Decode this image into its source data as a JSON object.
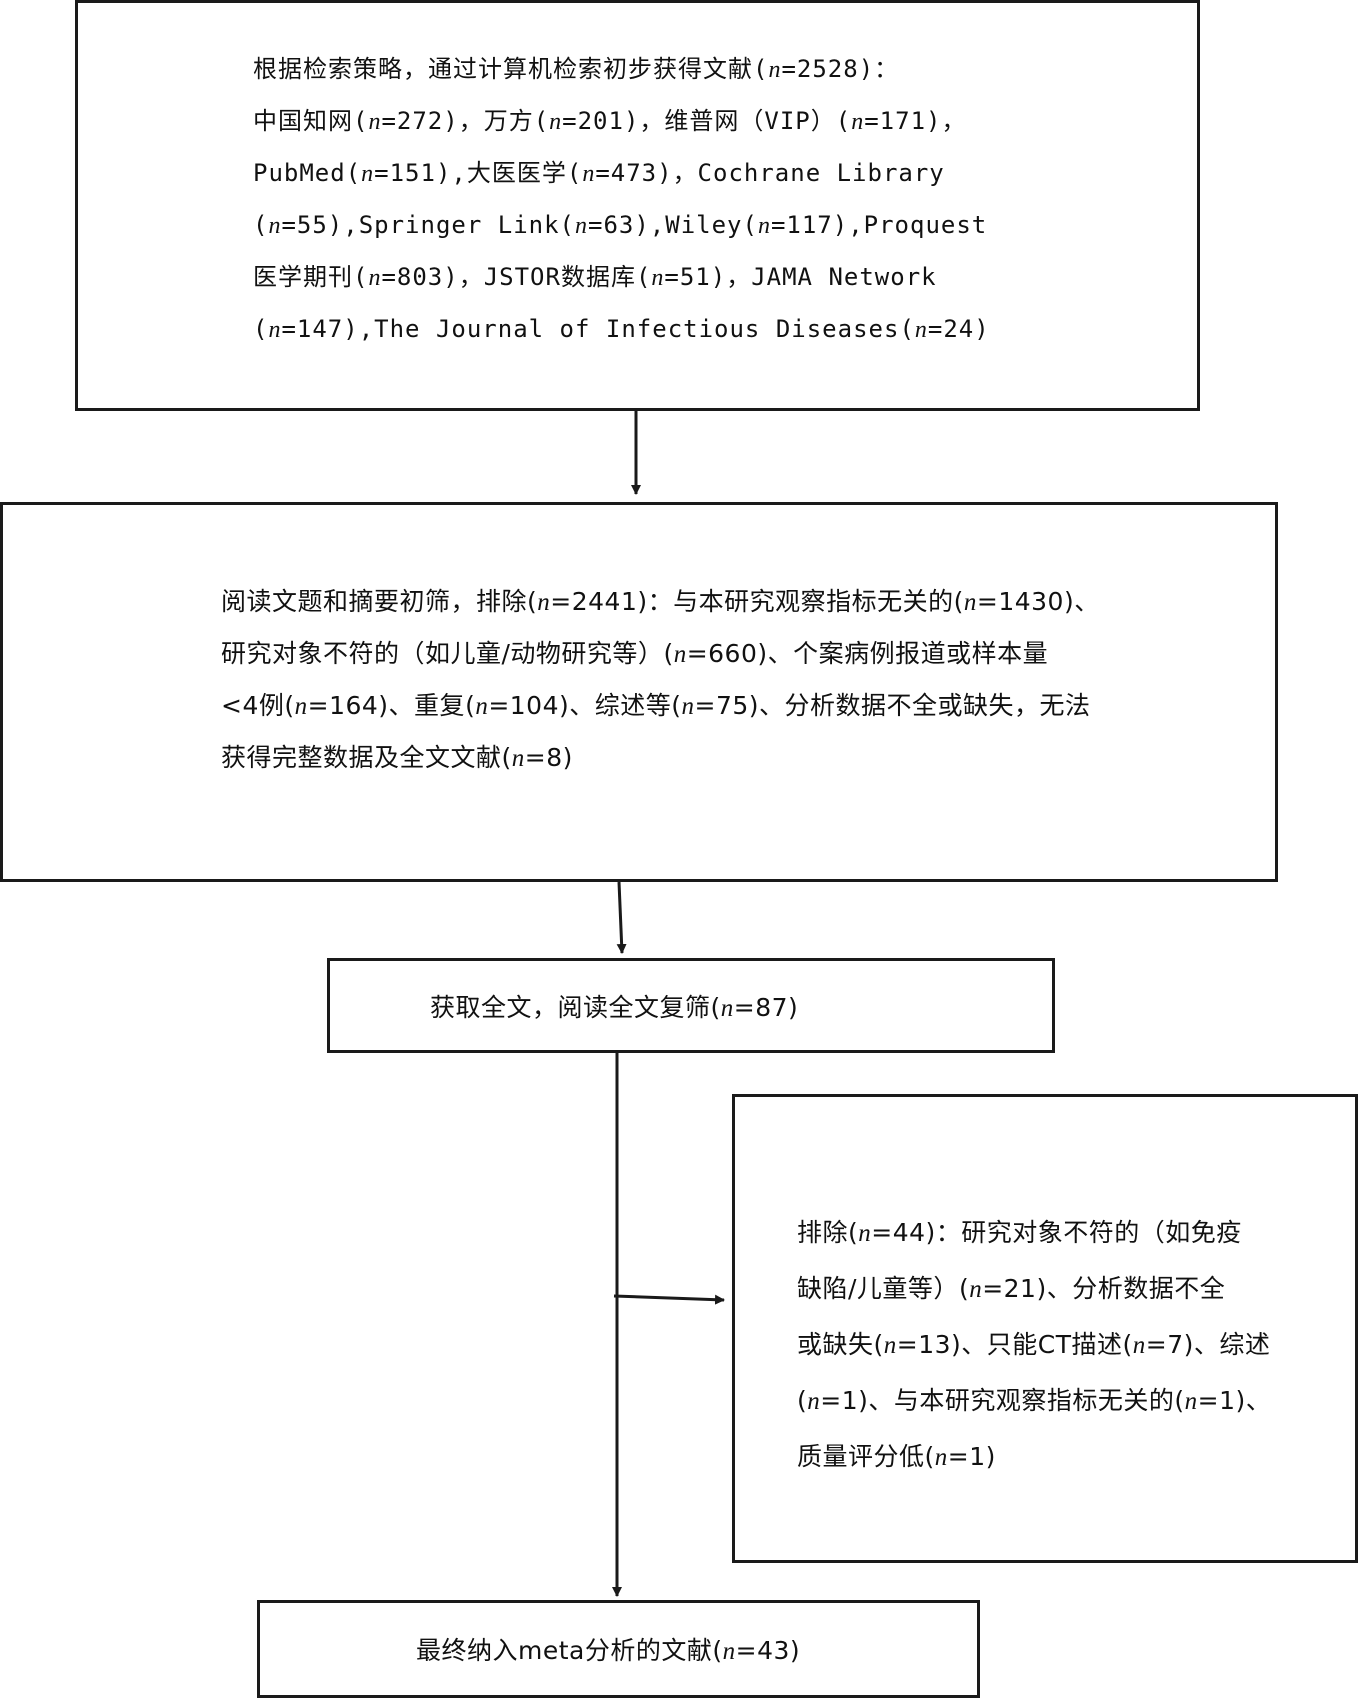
{
  "box1": {
    "lines": [
      "根据检索策略，通过计算机检索初步获得文献(n=2528)：",
      "中国知网(n=272)，万方(n=201)，维普网（VIP）(n=171)，",
      "PubMed(n=151),大医医学(n=473)，Cochrane Library",
      "(n=55),Springer Link(n=63),Wiley(n=117),Proquest",
      "医学期刊(n=803)，JSTOR数据库(n=51)，JAMA Network",
      "(n=147),The Journal of Infectious Diseases(n=24)"
    ]
  },
  "box2": {
    "lines": [
      "阅读文题和摘要初筛，排除(n=2441)：与本研究观察指标无关的(n=1430)、",
      "研究对象不符的（如儿童/动物研究等）(n=660)、个案病例报道或样本量",
      "<4例(n=164)、重复(n=104)、综述等(n=75)、分析数据不全或缺失，无法",
      "获得完整数据及全文文献(n=8)"
    ]
  },
  "box3": {
    "text": "获取全文，阅读全文复筛(n=87)"
  },
  "box4": {
    "lines": [
      "排除(n=44)：研究对象不符的（如免疫",
      "缺陷/儿童等）(n=21)、分析数据不全",
      "或缺失(n=13)、只能CT描述(n=7)、综述",
      "(n=1)、与本研究观察指标无关的(n=1)、",
      "质量评分低(n=1)"
    ]
  },
  "box5": {
    "text": "最终纳入meta分析的文献(n=43)"
  }
}
